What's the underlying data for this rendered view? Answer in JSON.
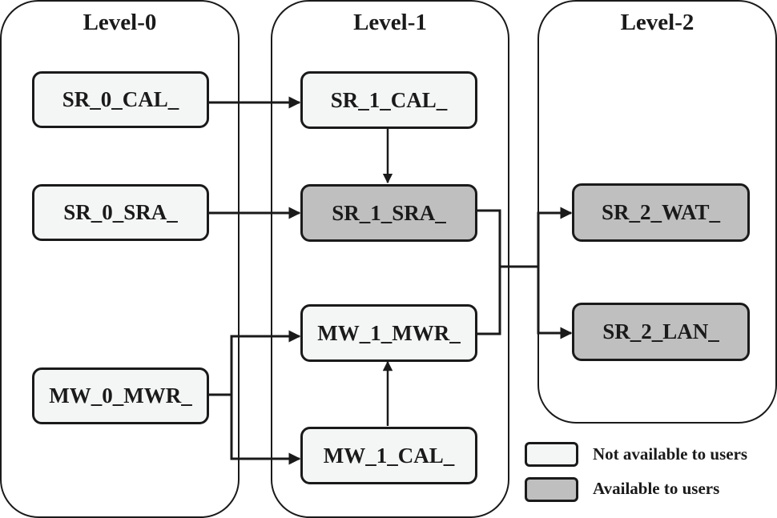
{
  "levels": [
    {
      "title": "Level-0"
    },
    {
      "title": "Level-1"
    },
    {
      "title": "Level-2"
    }
  ],
  "nodes": {
    "sr_0_cal": {
      "label": "SR_0_CAL_",
      "status": "not_available"
    },
    "sr_0_sra": {
      "label": "SR_0_SRA_",
      "status": "not_available"
    },
    "mw_0_mwr": {
      "label": "MW_0_MWR_",
      "status": "not_available"
    },
    "sr_1_cal": {
      "label": "SR_1_CAL_",
      "status": "not_available"
    },
    "sr_1_sra": {
      "label": "SR_1_SRA_",
      "status": "available"
    },
    "mw_1_mwr": {
      "label": "MW_1_MWR_",
      "status": "not_available"
    },
    "mw_1_cal": {
      "label": "MW_1_CAL_",
      "status": "not_available"
    },
    "sr_2_wat": {
      "label": "SR_2_WAT_",
      "status": "available"
    },
    "sr_2_lan": {
      "label": "SR_2_LAN_",
      "status": "available"
    }
  },
  "edges": [
    {
      "from": "SR_0_CAL_",
      "to": "SR_1_CAL_"
    },
    {
      "from": "SR_0_SRA_",
      "to": "SR_1_SRA_"
    },
    {
      "from": "SR_1_CAL_",
      "to": "SR_1_SRA_"
    },
    {
      "from": "MW_0_MWR_",
      "to": "MW_1_MWR_"
    },
    {
      "from": "MW_0_MWR_",
      "to": "MW_1_CAL_"
    },
    {
      "from": "MW_1_CAL_",
      "to": "MW_1_MWR_"
    },
    {
      "from": "SR_1_SRA_",
      "to": "SR_2_WAT_"
    },
    {
      "from": "SR_1_SRA_",
      "to": "SR_2_LAN_"
    },
    {
      "from": "MW_1_MWR_",
      "to": "SR_2_WAT_"
    },
    {
      "from": "MW_1_MWR_",
      "to": "SR_2_LAN_"
    }
  ],
  "legend": {
    "not_available": {
      "label": "Not available to users",
      "color": "#f4f6f5"
    },
    "available": {
      "label": "Available to users",
      "color": "#bfbfbf"
    }
  }
}
